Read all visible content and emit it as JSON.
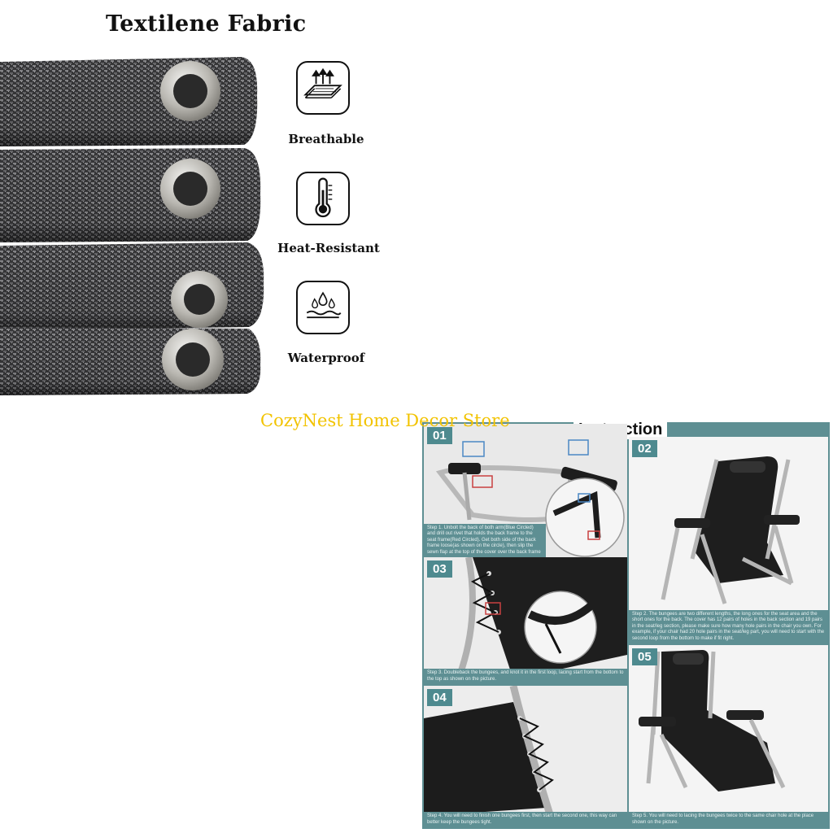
{
  "header": {
    "title": "Textilene Fabric"
  },
  "features": [
    {
      "label": "Breathable",
      "icon": "breathable-icon"
    },
    {
      "label": "Heat-Resistant",
      "icon": "thermometer-icon"
    },
    {
      "label": "Waterproof",
      "icon": "waterproof-icon"
    }
  ],
  "store": {
    "name": "CozyNest Home Decor Store"
  },
  "instruction": {
    "title": "Instruction",
    "steps": [
      {
        "num": "01",
        "text": "Step 1. Unbolt the back of both arm(Blue Circled) and drill out rivet that holds the back frame to the seat frame(Red Circled). Get both side of the back frame loose(as shown on the circle), then slip the sewn flap at the top of the cover over the back frame"
      },
      {
        "num": "02",
        "text": "Step 2. The bungees are two different lengths, the long ones for the seat area and the short ones for the back. The cover has 12 pairs of holes in the back section and 19 pairs in the seat/leg section, please make sure how many hole pairs in the chair you own. For example, if your chair had 20 hole pairs in the seat/leg part, you will need to start with the second loop from the bottom to make if fit right."
      },
      {
        "num": "03",
        "text": "Step 3. Doubleback the bungees, and knot it in the first loop, lacing start from the bottom to the top as shown on the picture."
      },
      {
        "num": "04",
        "text": "Step 4. You will need to finish one bungees first, then start the second one, this way can better keep the bungees tight."
      },
      {
        "num": "05",
        "text": "Step 5. You will need to lacing the bungees twice to the same chair hole at the place shown on the picture."
      }
    ]
  },
  "colors": {
    "accent": "#5e8f93",
    "store_text": "#f2c300",
    "title_text": "#111111"
  }
}
